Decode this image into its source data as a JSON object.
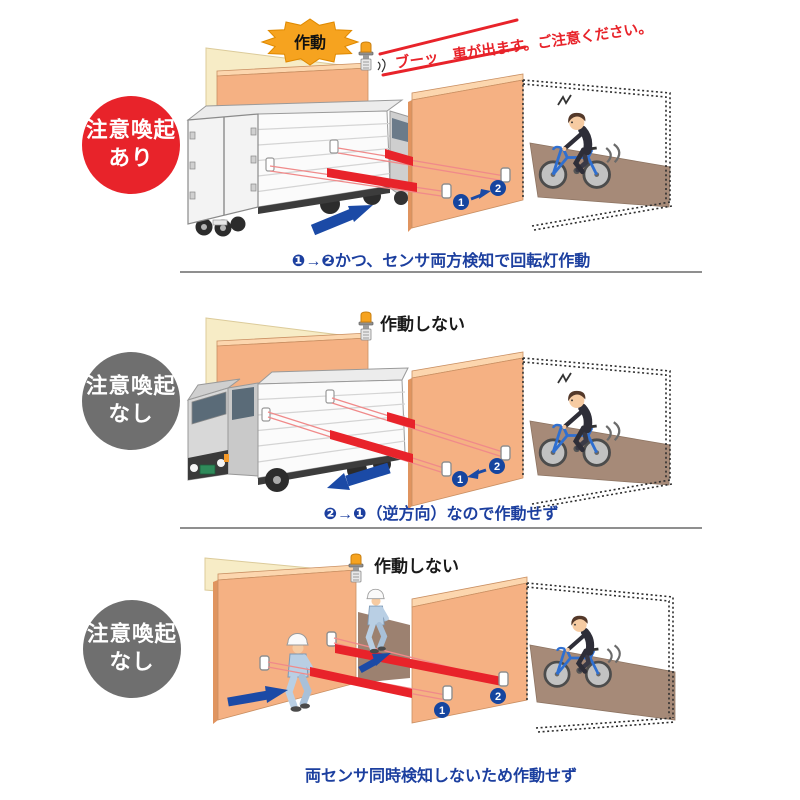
{
  "colors": {
    "alert_red": "#e8232a",
    "inactive_gray": "#6f6f6f",
    "caption_blue": "#1c3f9f",
    "wall_orange": "#f5b183",
    "wall_pale_yellow": "#f7ecc6",
    "road_brown": "#a68a78",
    "beam_red": "#e8232a",
    "arrow_blue": "#1b4aa6",
    "beacon_orange": "#f6a31f"
  },
  "sections": [
    {
      "badge_line1": "注意喚起",
      "badge_line2": "あり",
      "beacon_status": "作動",
      "announcement": "ブーッ　車が出ます。ご注意ください。",
      "caption": "❶→❷かつ、センサ両方検知で回転灯作動",
      "sensor_1": "1",
      "sensor_2": "2"
    },
    {
      "badge_line1": "注意喚起",
      "badge_line2": "なし",
      "beacon_status": "作動しない",
      "caption": "❷→❶（逆方向）なので作動せず",
      "sensor_1": "1",
      "sensor_2": "2"
    },
    {
      "badge_line1": "注意喚起",
      "badge_line2": "なし",
      "beacon_status": "作動しない",
      "caption": "両センサ同時検知しないため作動せず",
      "sensor_1": "1",
      "sensor_2": "2"
    }
  ]
}
